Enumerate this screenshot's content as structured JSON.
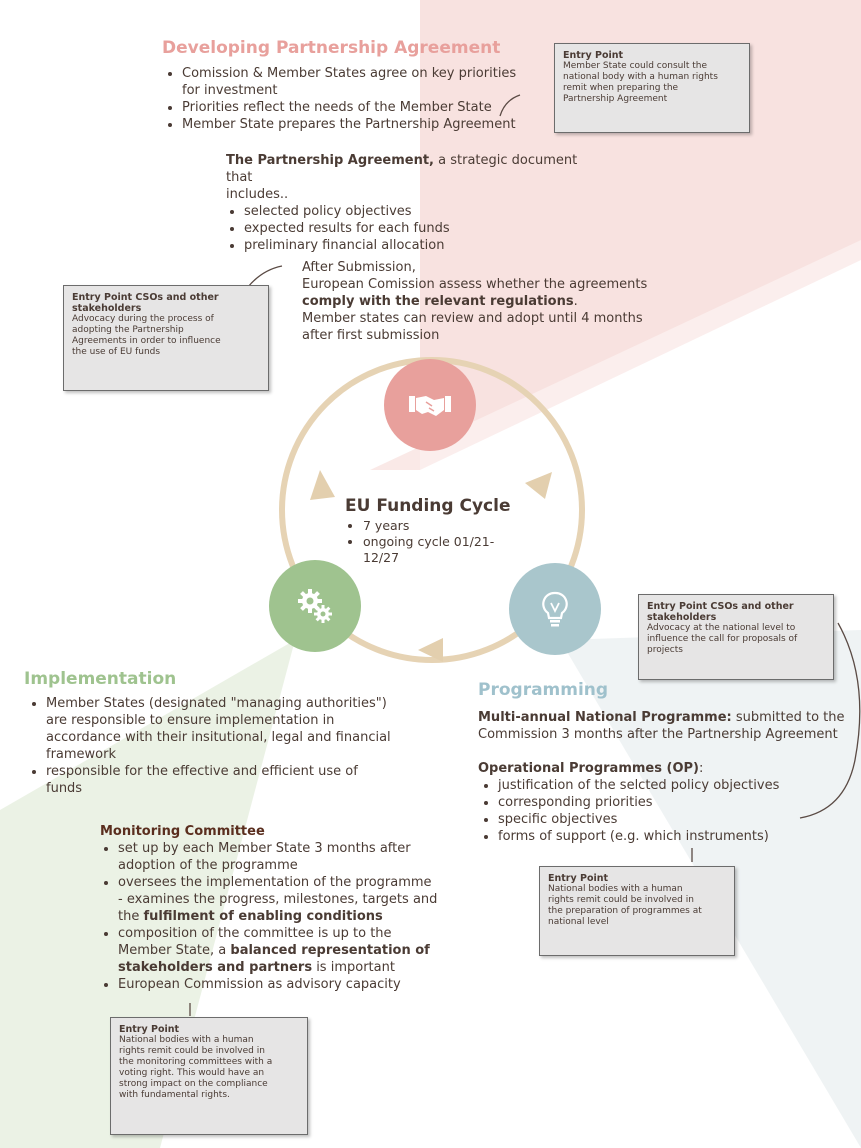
{
  "colors": {
    "pink": "#e8a09c",
    "green": "#9fc38f",
    "blue": "#a9c6cc",
    "ring": "#e6d3b4",
    "box_bg": "#e6e5e5"
  },
  "partnership": {
    "title": "Developing Partnership Agreement",
    "bullets": [
      "Comission & Member States agree on key priorities",
      "for investment",
      "Priorities reflect the needs of the Member State",
      "Member State prepares the Partnership Agreement"
    ],
    "pa_bold": "The Partnership Agreement,",
    "pa_rest": " a strategic document that",
    "pa_line2": "includes..",
    "pa_items": [
      "selected policy objectives",
      "expected results for each funds",
      "preliminary financial allocation"
    ]
  },
  "submission": {
    "line1": "After Submission,",
    "line2": "European Comission assess whether the agreements",
    "line3_bold": "comply with the relevant regulations",
    "line3_end": ".",
    "line4": "Member states can review and adopt until 4 months",
    "line5": "after first submission"
  },
  "cycle": {
    "title": "EU Funding Cycle",
    "items": [
      "7 years",
      "ongoing cycle 01/21-12/27"
    ],
    "icons": [
      "handshake-icon",
      "lightbulb-icon",
      "gears-icon"
    ]
  },
  "implementation": {
    "title": "Implementation",
    "bullet1": [
      "Member States (designated \"managing authorities\")",
      "are responsible to ensure implementation in",
      "accordance with their insitutional, legal and financial",
      "framework"
    ],
    "bullet2": [
      "responsible for the effective and efficient use of",
      "funds"
    ]
  },
  "monitoring": {
    "title": "Monitoring Committee",
    "b1": [
      "set up by each Member State 3 months after",
      "adoption of the programme"
    ],
    "b2_l1": "oversees the implementation of the programme",
    "b2_l2": "- examines the progress, milestones, targets and",
    "b2_l3a": "the ",
    "b2_l3b": "fulfilment of enabling conditions",
    "b3_l1": "composition of the committee is up to the",
    "b3_l2a": "Member State, a ",
    "b3_l2b": "balanced representation of",
    "b3_l3b": "stakeholders and partners",
    "b3_l3c": " is important",
    "b4": "European Commission as advisory capacity"
  },
  "programming": {
    "title": "Programming",
    "mnp_bold": "Multi-annual National Programme:",
    "mnp_rest": " submitted to the",
    "mnp_l2": "Commission 3 months after the Partnership Agreement",
    "op_bold": "Operational Programmes (OP)",
    "op_end": ":",
    "op_items": [
      "justification of the selcted policy objectives",
      "corresponding priorities",
      "specific objectives",
      "forms of support (e.g. which instruments)"
    ]
  },
  "boxes": {
    "ep1": {
      "title": "Entry Point",
      "lines": [
        "Member State could consult the",
        "national body with a human rights",
        "remit when preparing the",
        "Partnership Agreement"
      ]
    },
    "ep2": {
      "title": "Entry Point CSOs and other",
      "title2": "stakeholders",
      "lines": [
        "Advocacy during the process of",
        "adopting the Partnership",
        "Agreements in order to influence",
        "the use of EU funds"
      ]
    },
    "ep3": {
      "title": "Entry Point CSOs and other",
      "title2": "stakeholders",
      "lines": [
        "Advocacy at the national level to",
        "influence the call for proposals of",
        "projects"
      ]
    },
    "ep4": {
      "title": "Entry Point",
      "lines": [
        "National bodies with a human",
        "rights remit could be involved in",
        "the preparation of programmes at",
        "national level"
      ]
    },
    "ep5": {
      "title": "Entry Point",
      "lines": [
        "National bodies with a human",
        "rights remit could be involved in",
        "the monitoring committees with a",
        "voting right. This would have an",
        "strong impact on the compliance",
        "with fundamental rights."
      ]
    }
  }
}
